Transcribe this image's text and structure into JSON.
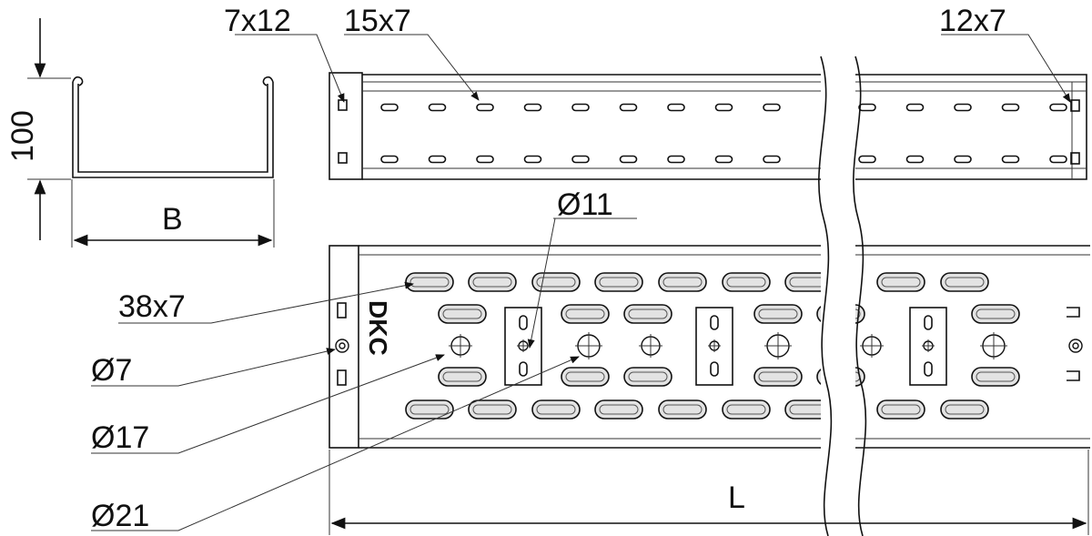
{
  "title": "",
  "labels": {
    "height": "100",
    "width": "B",
    "length": "L",
    "end_slot": "7x12",
    "side_slot": "15x7",
    "side_slot_right": "12x7",
    "bottom_slot": "38x7",
    "hole_11": "Ø11",
    "hole_7": "Ø7",
    "hole_17": "Ø17",
    "hole_21": "Ø21",
    "brand": "DKC"
  },
  "colors": {
    "line": "#111111",
    "slot_fill": "#e3e3e3",
    "background": "#ffffff"
  }
}
